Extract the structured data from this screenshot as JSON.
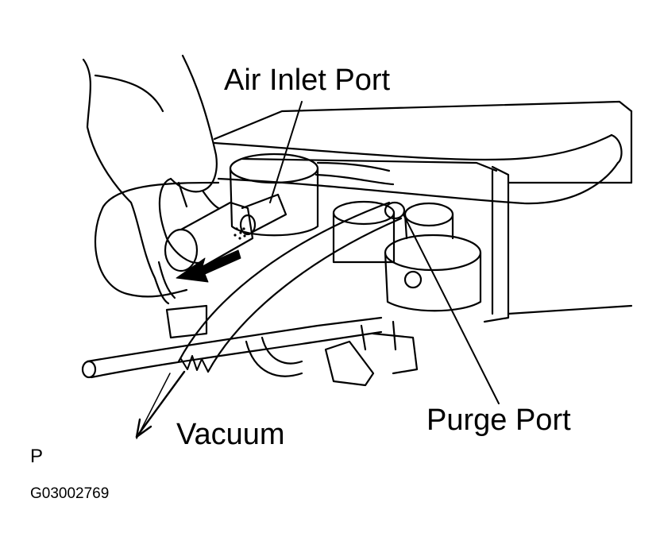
{
  "labels": {
    "air_inlet_port": "Air Inlet Port",
    "purge_port": "Purge Port",
    "vacuum": "Vacuum",
    "view_code": "P",
    "figure_id": "G03002769"
  },
  "colors": {
    "line": "#000000",
    "background": "#ffffff"
  }
}
